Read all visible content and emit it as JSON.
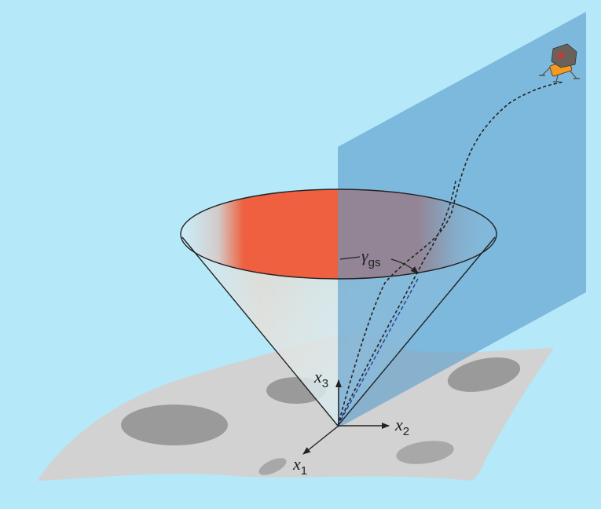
{
  "colors": {
    "background": "#b5e8f8",
    "terrain": "#d2d2d2",
    "crater": "#9a9a9a",
    "plane": "#5a9ccb",
    "cone_red": "#ee6040",
    "trajectory": "#222222",
    "guide_line": "#2b3d9b",
    "lander_body": "#f39a1f"
  },
  "labels": {
    "angle_symbol": "γ",
    "angle_subscript": "gs",
    "axis_x1_symbol": "x",
    "axis_x1_sub": "1",
    "axis_x2_symbol": "x",
    "axis_x2_sub": "2",
    "axis_x3_symbol": "x",
    "axis_x3_sub": "3"
  },
  "icons": {
    "lander": "lunar-lander-icon"
  }
}
